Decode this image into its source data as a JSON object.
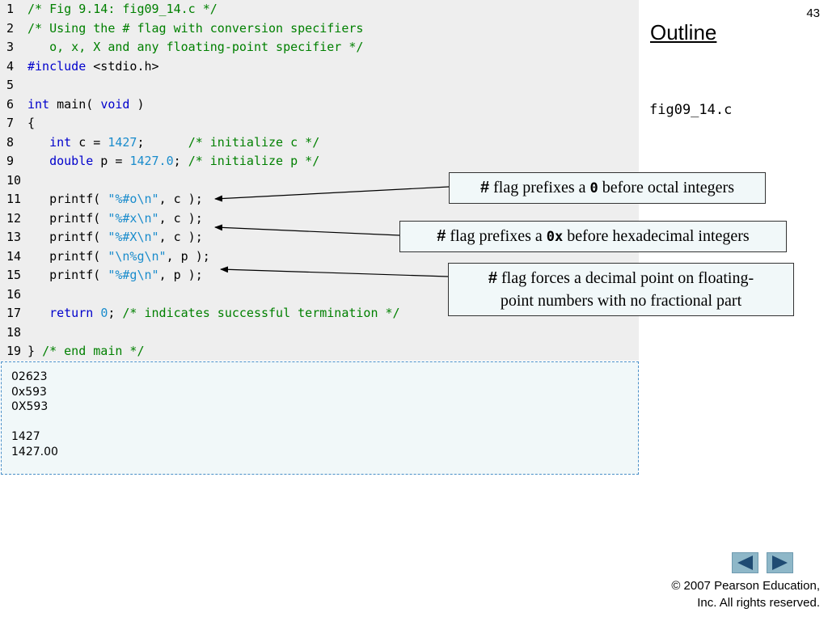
{
  "slide": {
    "number": "43",
    "outline_heading": "Outline",
    "file_label": "fig09_14.c"
  },
  "code": {
    "lines": [
      {
        "n": "1",
        "tokens": [
          {
            "t": "/* Fig 9.14: fig09_14.c */",
            "k": "comment"
          }
        ]
      },
      {
        "n": "2",
        "tokens": [
          {
            "t": "/* Using the # flag with conversion specifiers",
            "k": "comment"
          }
        ]
      },
      {
        "n": "3",
        "tokens": [
          {
            "t": "   o, x, X and any floating-point specifier */",
            "k": "comment"
          }
        ]
      },
      {
        "n": "4",
        "tokens": [
          {
            "t": "#include",
            "k": "keyword"
          },
          {
            "t": " <stdio.h>",
            "k": "plain"
          }
        ]
      },
      {
        "n": "5",
        "tokens": []
      },
      {
        "n": "6",
        "tokens": [
          {
            "t": "int",
            "k": "keyword"
          },
          {
            "t": " main( ",
            "k": "plain"
          },
          {
            "t": "void",
            "k": "keyword"
          },
          {
            "t": " )",
            "k": "plain"
          }
        ]
      },
      {
        "n": "7",
        "tokens": [
          {
            "t": "{",
            "k": "plain"
          }
        ]
      },
      {
        "n": "8",
        "tokens": [
          {
            "t": "   ",
            "k": "plain"
          },
          {
            "t": "int",
            "k": "keyword"
          },
          {
            "t": " c = ",
            "k": "plain"
          },
          {
            "t": "1427",
            "k": "number"
          },
          {
            "t": ";      ",
            "k": "plain"
          },
          {
            "t": "/* initialize c */",
            "k": "comment"
          }
        ]
      },
      {
        "n": "9",
        "tokens": [
          {
            "t": "   ",
            "k": "plain"
          },
          {
            "t": "double",
            "k": "keyword"
          },
          {
            "t": " p = ",
            "k": "plain"
          },
          {
            "t": "1427.0",
            "k": "number"
          },
          {
            "t": "; ",
            "k": "plain"
          },
          {
            "t": "/* initialize p */",
            "k": "comment"
          }
        ]
      },
      {
        "n": "10",
        "tokens": []
      },
      {
        "n": "11",
        "tokens": [
          {
            "t": "   printf( ",
            "k": "plain"
          },
          {
            "t": "\"%#o\\n\"",
            "k": "string"
          },
          {
            "t": ", c );",
            "k": "plain"
          }
        ]
      },
      {
        "n": "12",
        "tokens": [
          {
            "t": "   printf( ",
            "k": "plain"
          },
          {
            "t": "\"%#x\\n\"",
            "k": "string"
          },
          {
            "t": ", c );",
            "k": "plain"
          }
        ]
      },
      {
        "n": "13",
        "tokens": [
          {
            "t": "   printf( ",
            "k": "plain"
          },
          {
            "t": "\"%#X\\n\"",
            "k": "string"
          },
          {
            "t": ", c );",
            "k": "plain"
          }
        ]
      },
      {
        "n": "14",
        "tokens": [
          {
            "t": "   printf( ",
            "k": "plain"
          },
          {
            "t": "\"\\n%g\\n\"",
            "k": "string"
          },
          {
            "t": ", p );",
            "k": "plain"
          }
        ]
      },
      {
        "n": "15",
        "tokens": [
          {
            "t": "   printf( ",
            "k": "plain"
          },
          {
            "t": "\"%#g\\n\"",
            "k": "string"
          },
          {
            "t": ", p );",
            "k": "plain"
          }
        ]
      },
      {
        "n": "16",
        "tokens": []
      },
      {
        "n": "17",
        "tokens": [
          {
            "t": "   ",
            "k": "plain"
          },
          {
            "t": "return",
            "k": "keyword"
          },
          {
            "t": " ",
            "k": "plain"
          },
          {
            "t": "0",
            "k": "number"
          },
          {
            "t": "; ",
            "k": "plain"
          },
          {
            "t": "/* indicates successful termination */",
            "k": "comment"
          }
        ]
      },
      {
        "n": "18",
        "tokens": []
      },
      {
        "n": "19",
        "tokens": [
          {
            "t": "} ",
            "k": "plain"
          },
          {
            "t": "/* end main */",
            "k": "comment"
          }
        ]
      }
    ]
  },
  "output": {
    "lines": [
      "02623",
      "0x593",
      "0X593",
      "",
      "1427",
      "1427.00"
    ]
  },
  "callouts": {
    "octal": {
      "hash": "#",
      "before": " flag prefixes a ",
      "code": "0",
      "after": " before octal integers"
    },
    "hex": {
      "hash": "#",
      "before": " flag prefixes a ",
      "code": "0x",
      "after": " before hexadecimal integers"
    },
    "float": {
      "hash": "#",
      "line1": " flag forces a decimal point on floating-",
      "line2": "point numbers with no fractional part"
    }
  },
  "navigation": {
    "prev_icon": "triangle-left-icon",
    "next_icon": "triangle-right-icon"
  },
  "footer": {
    "copyright_line1": "© 2007 Pearson Education,",
    "copyright_line2": "Inc.  All rights reserved."
  },
  "colors": {
    "code_background": "#eeeeee",
    "comment": "#008000",
    "keyword": "#0000cc",
    "literal": "#1a8ccc",
    "output_background": "#f1f8f9",
    "nav_button": "#8eb7c8"
  }
}
